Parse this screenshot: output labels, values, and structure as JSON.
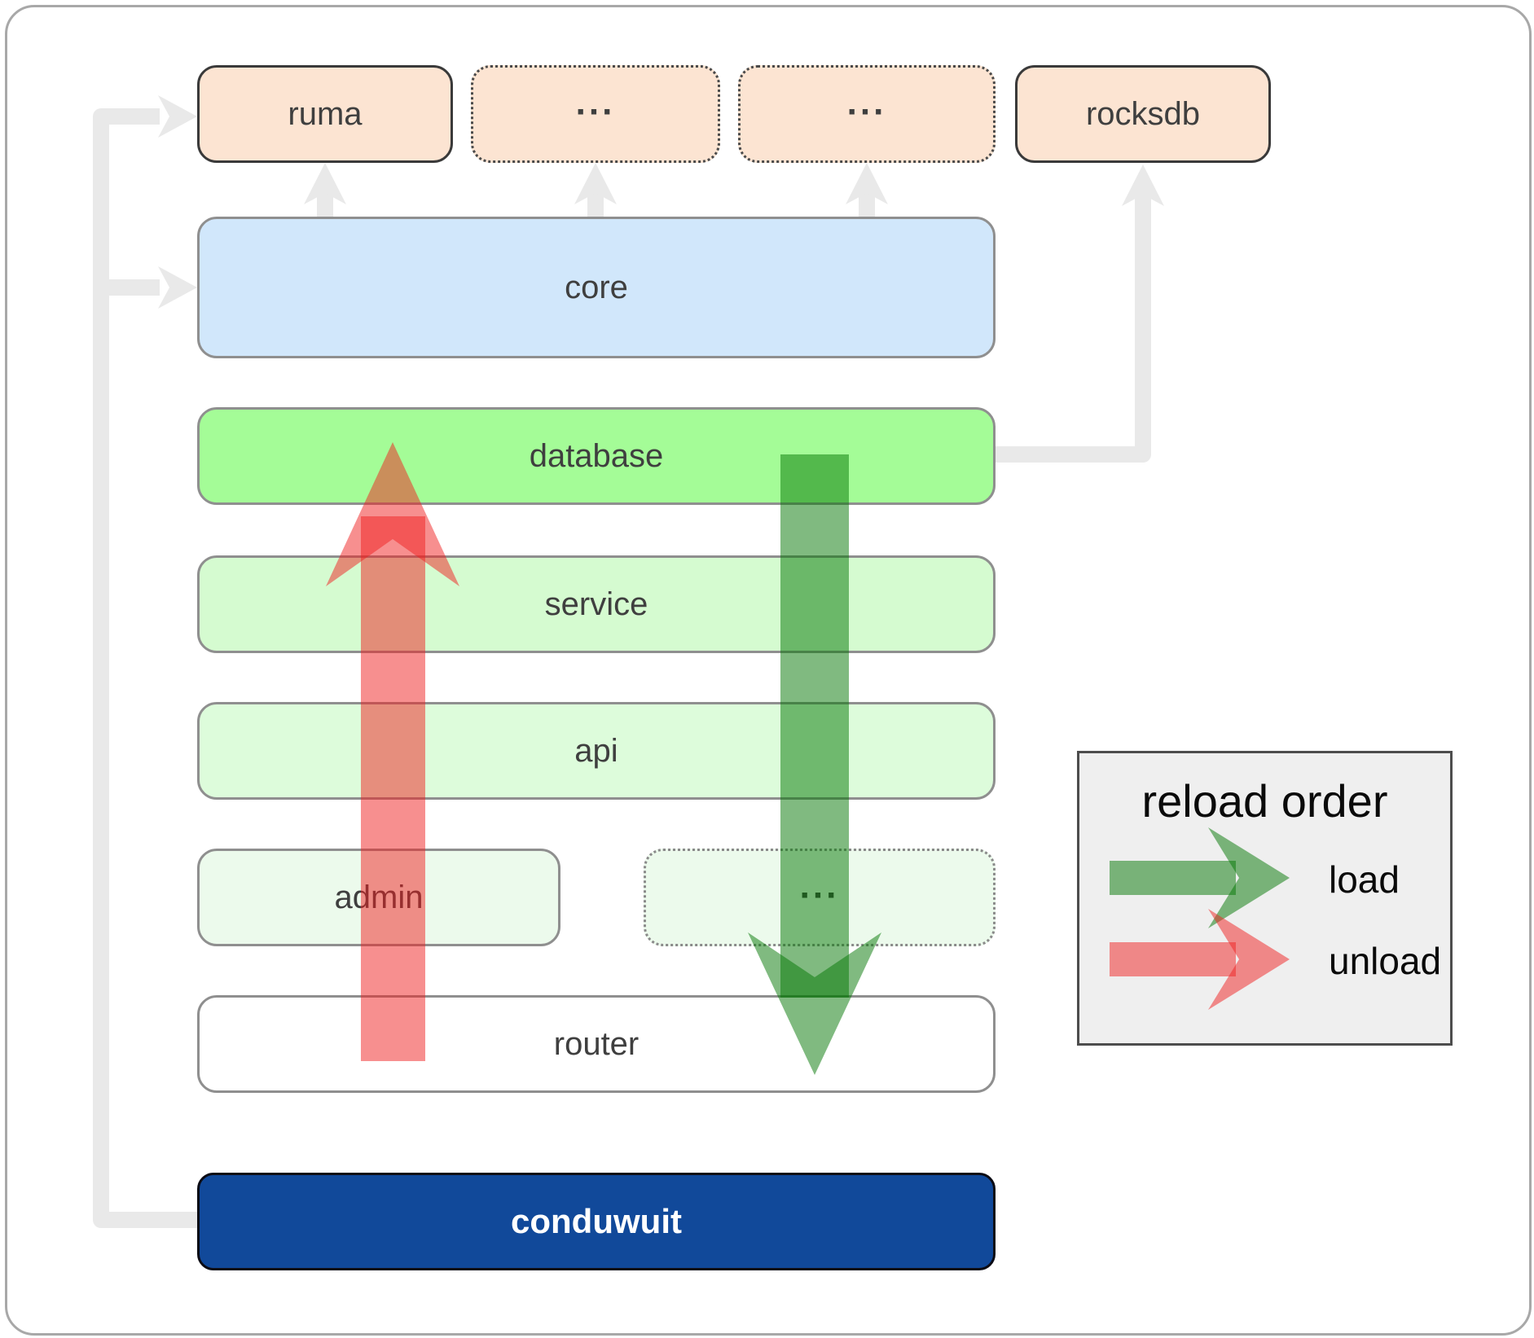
{
  "nodes": {
    "ruma": {
      "label": "ruma",
      "fill": "#fce4d2"
    },
    "ext_top_left": {
      "label": "...",
      "fill": "#fce4d2"
    },
    "ext_top_right": {
      "label": "...",
      "fill": "#fce4d2"
    },
    "rocksdb": {
      "label": "rocksdb",
      "fill": "#fce4d2"
    },
    "core": {
      "label": "core",
      "fill": "#d1e7fb"
    },
    "database": {
      "label": "database",
      "fill": "#a4fc97"
    },
    "service": {
      "label": "service",
      "fill": "#d5fbd0"
    },
    "api": {
      "label": "api",
      "fill": "#ddfcdb"
    },
    "admin": {
      "label": "admin",
      "fill": "#ecfaec"
    },
    "ext_admin": {
      "label": "...",
      "fill": "#ecfaec"
    },
    "router": {
      "label": "router",
      "fill": "#ffffff"
    },
    "conduwuit": {
      "label": "conduwuit",
      "fill": "#11499a",
      "text_color": "#ffffff"
    }
  },
  "legend": {
    "title": "reload order",
    "background": "#efefef",
    "items": [
      {
        "label": "load",
        "color": "#017501"
      },
      {
        "label": "unload",
        "color": "#ef1f1f"
      }
    ]
  },
  "colors": {
    "connector": "#e9e9e9",
    "load_arrow": "#017501",
    "unload_arrow": "#ef1f1f"
  }
}
